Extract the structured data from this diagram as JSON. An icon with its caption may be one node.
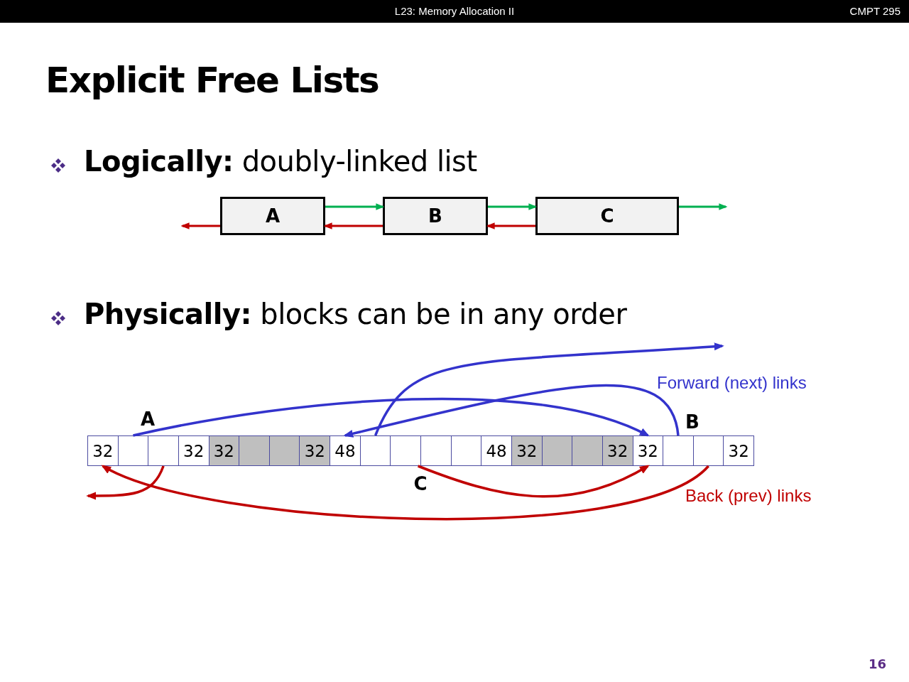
{
  "diagram": {
    "title": "Explicit Free Lists",
    "nodes": [
      {
        "text": [
          "A"
        ]
      },
      {
        "text": [
          "B"
        ]
      },
      {
        "text": [
          "C"
        ]
      },
      {
        "text": [
          "32"
        ]
      },
      {
        "text": [],
        "shape": "box"
      },
      {
        "text": [],
        "shape": "box"
      },
      {
        "text": [
          "32"
        ]
      },
      {
        "text": [
          "32"
        ]
      },
      {
        "text": [],
        "shape": "box"
      },
      {
        "text": [],
        "shape": "box"
      },
      {
        "text": [
          "32"
        ]
      },
      {
        "text": [
          "48"
        ]
      },
      {
        "text": [],
        "shape": "box"
      },
      {
        "text": [],
        "shape": "box"
      },
      {
        "text": [],
        "shape": "box"
      },
      {
        "text": [],
        "shape": "box"
      },
      {
        "text": [
          "48"
        ]
      },
      {
        "text": [
          "32"
        ]
      },
      {
        "text": [],
        "shape": "box"
      },
      {
        "text": [],
        "shape": "box"
      },
      {
        "text": [
          "32"
        ]
      },
      {
        "text": [
          "32"
        ]
      },
      {
        "text": [],
        "shape": "box"
      },
      {
        "text": [],
        "shape": "box"
      },
      {
        "text": [
          "32"
        ]
      }
    ],
    "edges": [
      {
        "from": 0,
        "to": 1,
        "arrow": "to",
        "color": "#00b050"
      },
      {
        "from": 1,
        "to": 0,
        "arrow": "to",
        "color": "#c00000"
      },
      {
        "from": 1,
        "to": 2,
        "arrow": "to",
        "color": "#00b050"
      },
      {
        "from": 2,
        "to": 1,
        "arrow": "to",
        "color": "#c00000"
      },
      {
        "from": 2,
        "to": null,
        "arrow": "to",
        "color": "#00b050"
      },
      {
        "from": 0,
        "to": null,
        "arrow": "to",
        "color": "#c00000"
      },
      {
        "from": 4,
        "to": 21,
        "arrow": "to",
        "color": "#3333cc"
      },
      {
        "from": 22,
        "to": 11,
        "arrow": "to",
        "color": "#3333cc"
      },
      {
        "from": 12,
        "to": null,
        "arrow": "to",
        "color": "#3333cc"
      },
      {
        "from": 5,
        "to": null,
        "arrow": "to",
        "color": "#c00000"
      },
      {
        "from": 13,
        "to": 21,
        "arrow": "to",
        "color": "#c00000"
      },
      {
        "from": 23,
        "to": 3,
        "arrow": "to",
        "color": "#c00000"
      }
    ],
    "labels": [
      "L23:  Memory Allocation II",
      "CMPT 295",
      "**Logically:**  doubly-linked list",
      "**Physically:**  blocks can be in any order",
      "A",
      "B",
      "C",
      "Forward (next) links",
      "Back (prev) links",
      "16"
    ]
  }
}
